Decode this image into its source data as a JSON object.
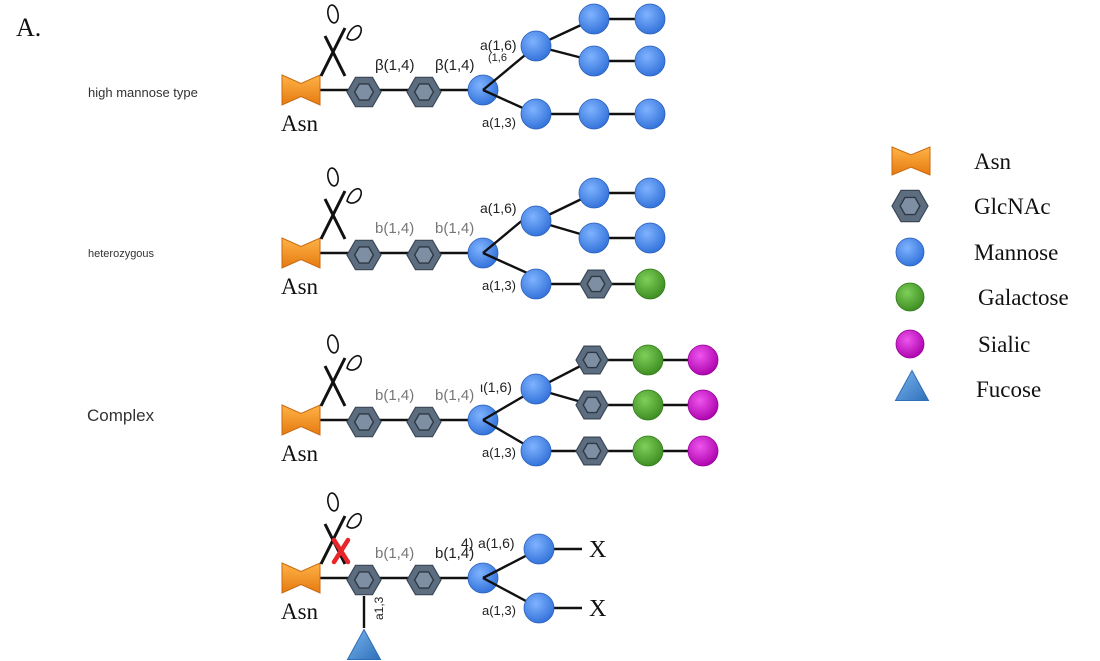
{
  "figure_label": "A.",
  "colors": {
    "asn_fill": "#f7931e",
    "asn_dark": "#e0761c",
    "glcnac_fill": "#5d6d80",
    "glcnac_inner": "#7f8fa3",
    "mannose_fill": "#3d86f0",
    "galactose_fill": "#4aa02c",
    "sialic_fill": "#cc11cc",
    "fucose_fill": "#4a90d9",
    "cross": "#e8262a"
  },
  "rows": [
    {
      "name": "high mannose type",
      "asn_label": "Asn",
      "link_labels": {
        "b1": "β(1,4)",
        "b2": "β(1,4)",
        "a16": "a(1,6)",
        "a16_extra": "(1,6",
        "a13": "a(1,3)"
      }
    },
    {
      "name": "heterozygous",
      "asn_label": "Asn",
      "link_labels": {
        "b1": "b(1,4)",
        "b2": "b(1,4)",
        "a16": "a(1,6)",
        "a13": "a(1,3)"
      }
    },
    {
      "name": "Complex",
      "asn_label": "Asn",
      "link_labels": {
        "b1": "b(1,4)",
        "b2": "b(1,4)",
        "a16": "ι(1,6)",
        "a13": "a(1,3)"
      }
    },
    {
      "name": "",
      "asn_label": "Asn",
      "link_labels": {
        "b1": "b(1,4)",
        "b2": "b(1,4)",
        "a16_prefix": "4)",
        "a16": "a(1,6)",
        "a13": "a(1,3)",
        "fucose": "a1,3"
      },
      "end_labels": [
        "X",
        "X"
      ]
    }
  ],
  "legend": [
    {
      "shape": "asn",
      "label": "Asn"
    },
    {
      "shape": "glcnac",
      "label": "GlcNAc"
    },
    {
      "shape": "mannose",
      "label": "Mannose"
    },
    {
      "shape": "galactose",
      "label": "Galactose"
    },
    {
      "shape": "sialic",
      "label": "Sialic"
    },
    {
      "shape": "fucose",
      "label": "Fucose"
    }
  ]
}
